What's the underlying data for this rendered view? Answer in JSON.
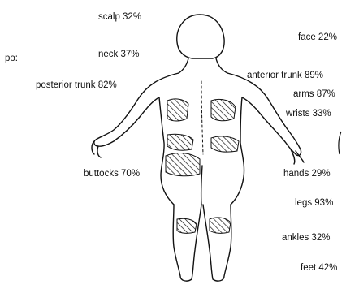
{
  "colors": {
    "ink": "#111111",
    "background": "#ffffff"
  },
  "labels": {
    "scalp": "scalp 32%",
    "neck": "neck 37%",
    "cut_left": "po:",
    "posterior_trunk": "posterior trunk 82%",
    "buttocks": "buttocks 70%",
    "face": "face 22%",
    "anterior_trunk": "anterior trunk 89%",
    "arms": "arms 87%",
    "wrists": "wrists 33%",
    "hands": "hands 29%",
    "legs": "legs 93%",
    "ankles": "ankles 32%",
    "feet": "feet 42%"
  }
}
